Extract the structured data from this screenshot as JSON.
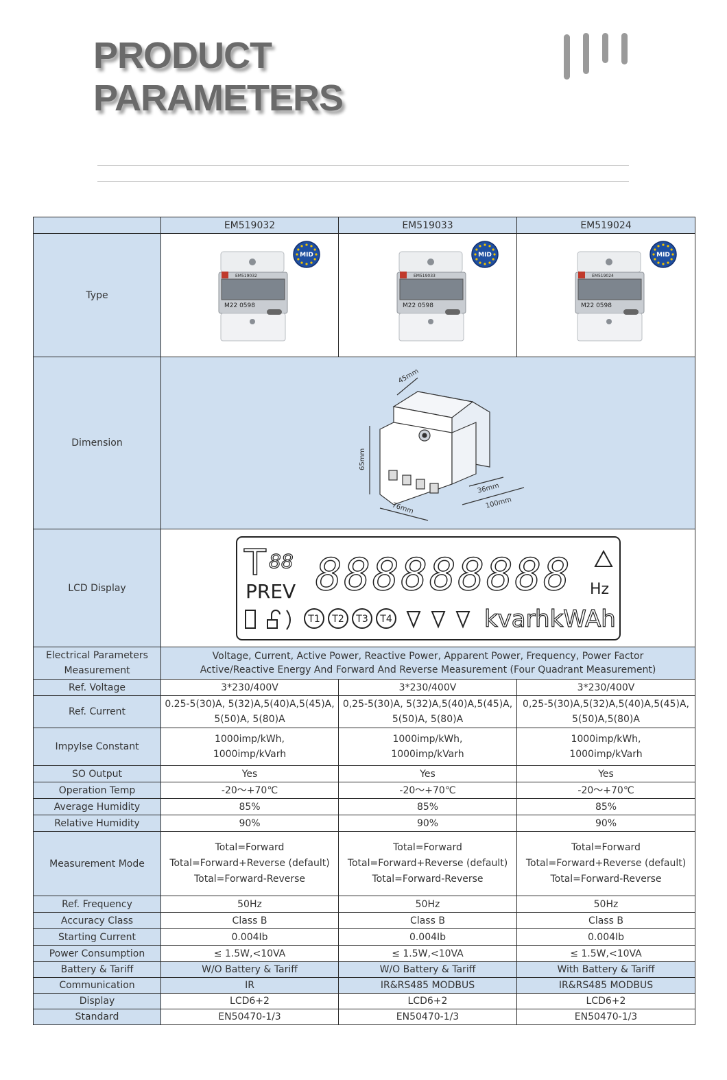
{
  "header": {
    "title_line1": "PRODUCT",
    "title_line2": "PARAMETERS"
  },
  "models": [
    "EM519032",
    "EM519033",
    "EM519024"
  ],
  "badge": {
    "label": "MID",
    "color": "#1f4fa0",
    "star_color": "#f2c200"
  },
  "meter": {
    "model_codes": [
      "EM519032",
      "EM519033",
      "EM519024"
    ],
    "reading": "M22 0598"
  },
  "dimension": {
    "label": "Dimension",
    "depth": "45mm",
    "height": "65mm",
    "width": "76mm",
    "rail": "36mm",
    "length": "100mm"
  },
  "lcd": {
    "label": "LCD Display",
    "prev": "PREV",
    "hz": "Hz",
    "units": "kvarhkWAh",
    "tariffs": [
      "T1",
      "T2",
      "T3",
      "T4"
    ]
  },
  "rows": {
    "type": "Type",
    "electrical": {
      "label": "Electrical Parameters\nMeasurement",
      "line1": "Voltage, Current, Active Power, Reactive Power, Apparent Power, Frequency, Power Factor",
      "line2": "Active/Reactive Energy And Forward And Reverse Measurement (Four Quadrant Measurement)"
    },
    "voltage": {
      "label": "Ref. Voltage",
      "values": [
        "3*230/400V",
        "3*230/400V",
        "3*230/400V"
      ]
    },
    "current": {
      "label": "Ref. Current",
      "values": [
        "0.25-5(30)A, 5(32)A,5(40)A,5(45)A,\n5(50)A, 5(80)A",
        "0,25-5(30)A, 5(32)A,5(40)A,5(45)A,\n5(50)A, 5(80)A",
        "0,25-5(30)A,5(32)A,5(40)A,5(45)A,\n5(50)A,5(80)A"
      ]
    },
    "impulse": {
      "label": "Impylse Constant",
      "values": [
        "1000imp/kWh,\n1000imp/kVarh",
        "1000imp/kWh,\n1000imp/kVarh",
        "1000imp/kWh,\n1000imp/kVarh"
      ]
    },
    "so": {
      "label": "SO Output",
      "values": [
        "Yes",
        "Yes",
        "Yes"
      ]
    },
    "temp": {
      "label": "Operation Temp",
      "values": [
        "-20～+70℃",
        "-20～+70℃",
        "-20～+70℃"
      ]
    },
    "avg_hum": {
      "label": "Average Humidity",
      "values": [
        "85%",
        "85%",
        "85%"
      ]
    },
    "rel_hum": {
      "label": "Relative Humidity",
      "values": [
        "90%",
        "90%",
        "90%"
      ]
    },
    "mode": {
      "label": "Measurement Mode",
      "values": [
        "Total=Forward\nTotal=Forward+Reverse (default)\nTotal=Forward-Reverse",
        "Total=Forward\nTotal=Forward+Reverse (default)\nTotal=Forward-Reverse",
        "Total=Forward\nTotal=Forward+Reverse (default)\nTotal=Forward-Reverse"
      ]
    },
    "freq": {
      "label": "Ref. Frequency",
      "values": [
        "50Hz",
        "50Hz",
        "50Hz"
      ]
    },
    "accuracy": {
      "label": "Accuracy Class",
      "values": [
        "Class B",
        "Class B",
        "Class B"
      ]
    },
    "starting": {
      "label": "Starting Current",
      "values": [
        "0.004Ib",
        "0.004Ib",
        "0.004Ib"
      ]
    },
    "power": {
      "label": "Power Consumption",
      "values": [
        "≤ 1.5W,<10VA",
        "≤ 1.5W,<10VA",
        "≤ 1.5W,<10VA"
      ]
    },
    "battery": {
      "label": "Battery & Tariff",
      "values": [
        "W/O Battery & Tariff",
        "W/O Battery & Tariff",
        "With Battery & Tariff"
      ]
    },
    "comm": {
      "label": "Communication",
      "values": [
        "IR",
        "IR&RS485 MODBUS",
        "IR&RS485 MODBUS"
      ]
    },
    "display": {
      "label": "Display",
      "values": [
        "LCD6+2",
        "LCD6+2",
        "LCD6+2"
      ]
    },
    "standard": {
      "label": "Standard",
      "values": [
        "EN50470-1/3",
        "EN50470-1/3",
        "EN50470-1/3"
      ]
    }
  }
}
